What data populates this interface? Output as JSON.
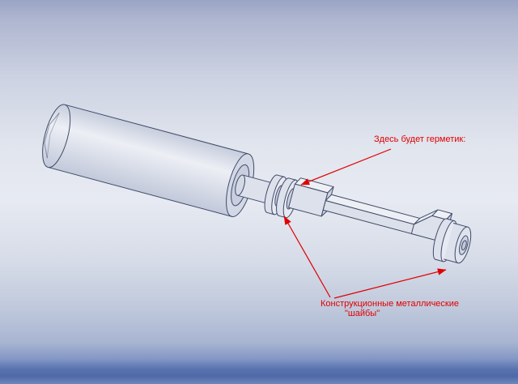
{
  "scene": {
    "type": "cad-viewport",
    "description": "Isometric wireframe CAD drawing of a cylindrical tool assembly with washers, annotated in red"
  },
  "annotations": {
    "sealant": {
      "text": "Здесь будет герметик:",
      "color": "#e00000"
    },
    "washers": {
      "line1": "Конструкционные металлические",
      "line2": "\"шайбы\"",
      "color": "#e00000"
    }
  },
  "colors": {
    "annotation_red": "#e00000",
    "outline": "#3f4b68",
    "body_fill": "#dde1ec",
    "background_mid": "#e7eaf2",
    "background_top": "#9aa4c4",
    "bottom_band": "#4f69a8"
  },
  "parts": [
    "handle-cylinder",
    "shaft",
    "washer-front",
    "washer-rear",
    "key-block",
    "flat-bar",
    "end-block",
    "end-washer",
    "end-cap"
  ]
}
